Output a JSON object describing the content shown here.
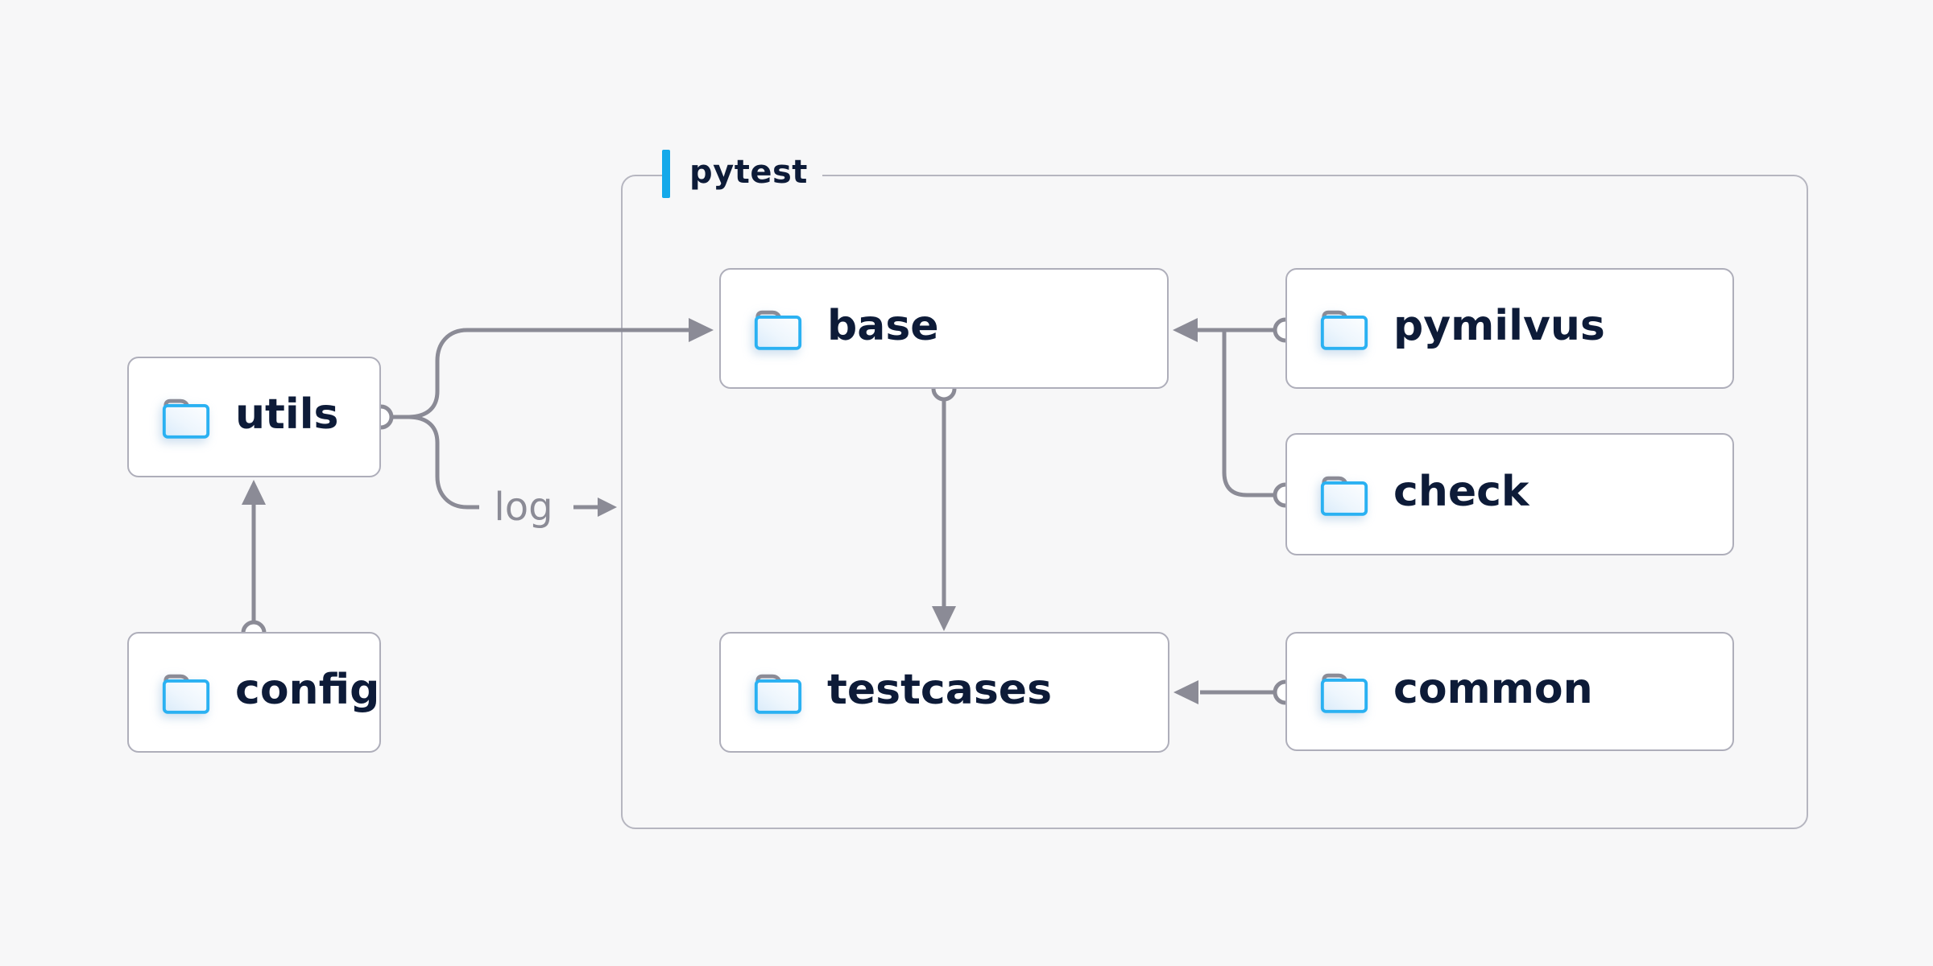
{
  "diagram": {
    "container": {
      "label": "pytest"
    },
    "nodes": {
      "utils": {
        "label": "utils"
      },
      "config": {
        "label": "config"
      },
      "base": {
        "label": "base"
      },
      "pymilvus": {
        "label": "pymilvus"
      },
      "check": {
        "label": "check"
      },
      "testcases": {
        "label": "testcases"
      },
      "common": {
        "label": "common"
      }
    },
    "edge_label": "log",
    "edges": [
      {
        "from": "config",
        "to": "utils"
      },
      {
        "from": "utils",
        "to": "base"
      },
      {
        "from": "utils",
        "to": "log",
        "label": "log"
      },
      {
        "from": "base",
        "to": "testcases"
      },
      {
        "from": "pymilvus",
        "to": "base"
      },
      {
        "from": "check",
        "to": "base"
      },
      {
        "from": "common",
        "to": "testcases"
      }
    ],
    "colors": {
      "background": "#f7f7f8",
      "node_bg": "#ffffff",
      "node_border": "#aeaeba",
      "container_border": "#b6b6c0",
      "connector": "#8b8b96",
      "text": "#0d1b38",
      "accent_blue": "#14a9ea",
      "folder_blue": "#2ab1f2"
    }
  }
}
